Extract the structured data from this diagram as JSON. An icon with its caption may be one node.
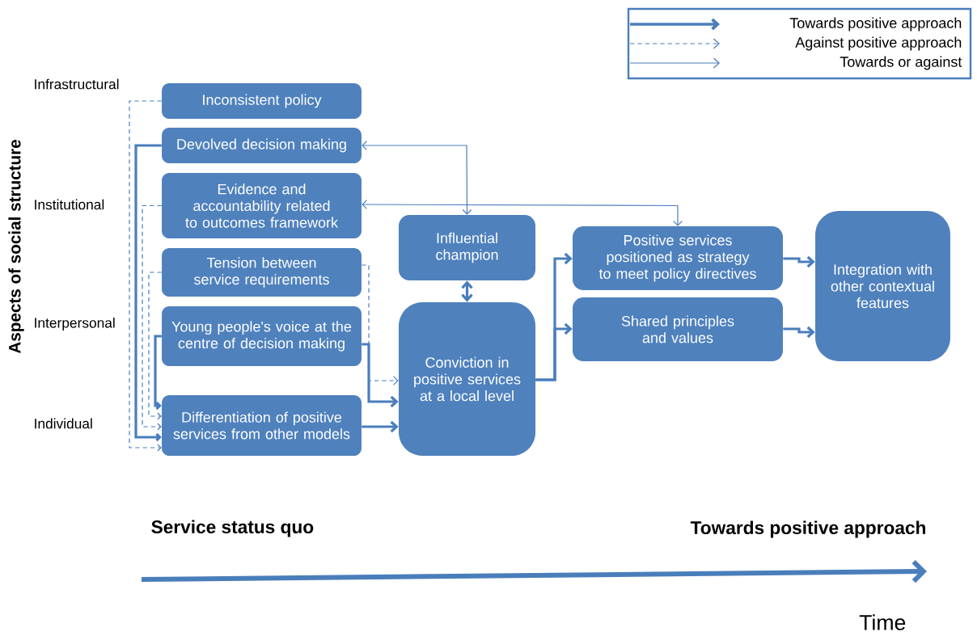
{
  "diagram": {
    "nodes": [
      {
        "text": [
          "Inconsistent policy"
        ]
      },
      {
        "text": [
          "Devolved decision making"
        ]
      },
      {
        "text": [
          "Evidence and accountability related to outcomes framework"
        ]
      },
      {
        "text": [
          "Tension between service requirements"
        ]
      },
      {
        "text": [
          "Young people's voice at the centre of decision making"
        ]
      },
      {
        "text": [
          "Differentiation of positive services from other models"
        ]
      },
      {
        "text": [
          "Influential champion"
        ]
      },
      {
        "text": [
          "Conviction in positive services at a local level"
        ]
      },
      {
        "text": [
          "Positive services positioned as strategy to meet policy directives"
        ]
      },
      {
        "text": [
          "Shared principles and values"
        ]
      },
      {
        "text": [
          "Integration with other contextual features"
        ]
      }
    ],
    "edges": [
      {
        "from": 0,
        "to": 5,
        "arrow": "to",
        "style": "dashed"
      },
      {
        "from": 1,
        "to": 5,
        "arrow": "to"
      },
      {
        "from": 2,
        "to": 5,
        "arrow": "to",
        "style": "dashed"
      },
      {
        "from": 3,
        "to": 5,
        "arrow": "to",
        "style": "dashed"
      },
      {
        "from": 4,
        "to": 5,
        "arrow": "to"
      },
      {
        "from": 3,
        "to": 7,
        "arrow": "to",
        "style": "dashed"
      },
      {
        "from": 4,
        "to": 7,
        "arrow": "to"
      },
      {
        "from": 5,
        "to": 7,
        "arrow": "to"
      },
      {
        "from": 1,
        "to": 6,
        "arrow": "both"
      },
      {
        "from": 2,
        "to": 8,
        "arrow": "both"
      },
      {
        "from": 6,
        "to": 7,
        "arrow": "both"
      },
      {
        "from": 7,
        "to": 8,
        "arrow": "to"
      },
      {
        "from": 7,
        "to": 9,
        "arrow": "to"
      },
      {
        "from": 8,
        "to": 10,
        "arrow": "to"
      },
      {
        "from": 9,
        "to": 10,
        "arrow": "to"
      }
    ],
    "labels": [
      "Infrastructural",
      "Institutional",
      "Interpersonal",
      "Individual",
      "Aspects of social structure",
      "Service status quo",
      "Towards positive approach",
      "Time"
    ],
    "legend": [
      {
        "text": "Towards positive approach"
      },
      {
        "text": "Against positive approach"
      },
      {
        "text": "Towards or against"
      }
    ]
  }
}
